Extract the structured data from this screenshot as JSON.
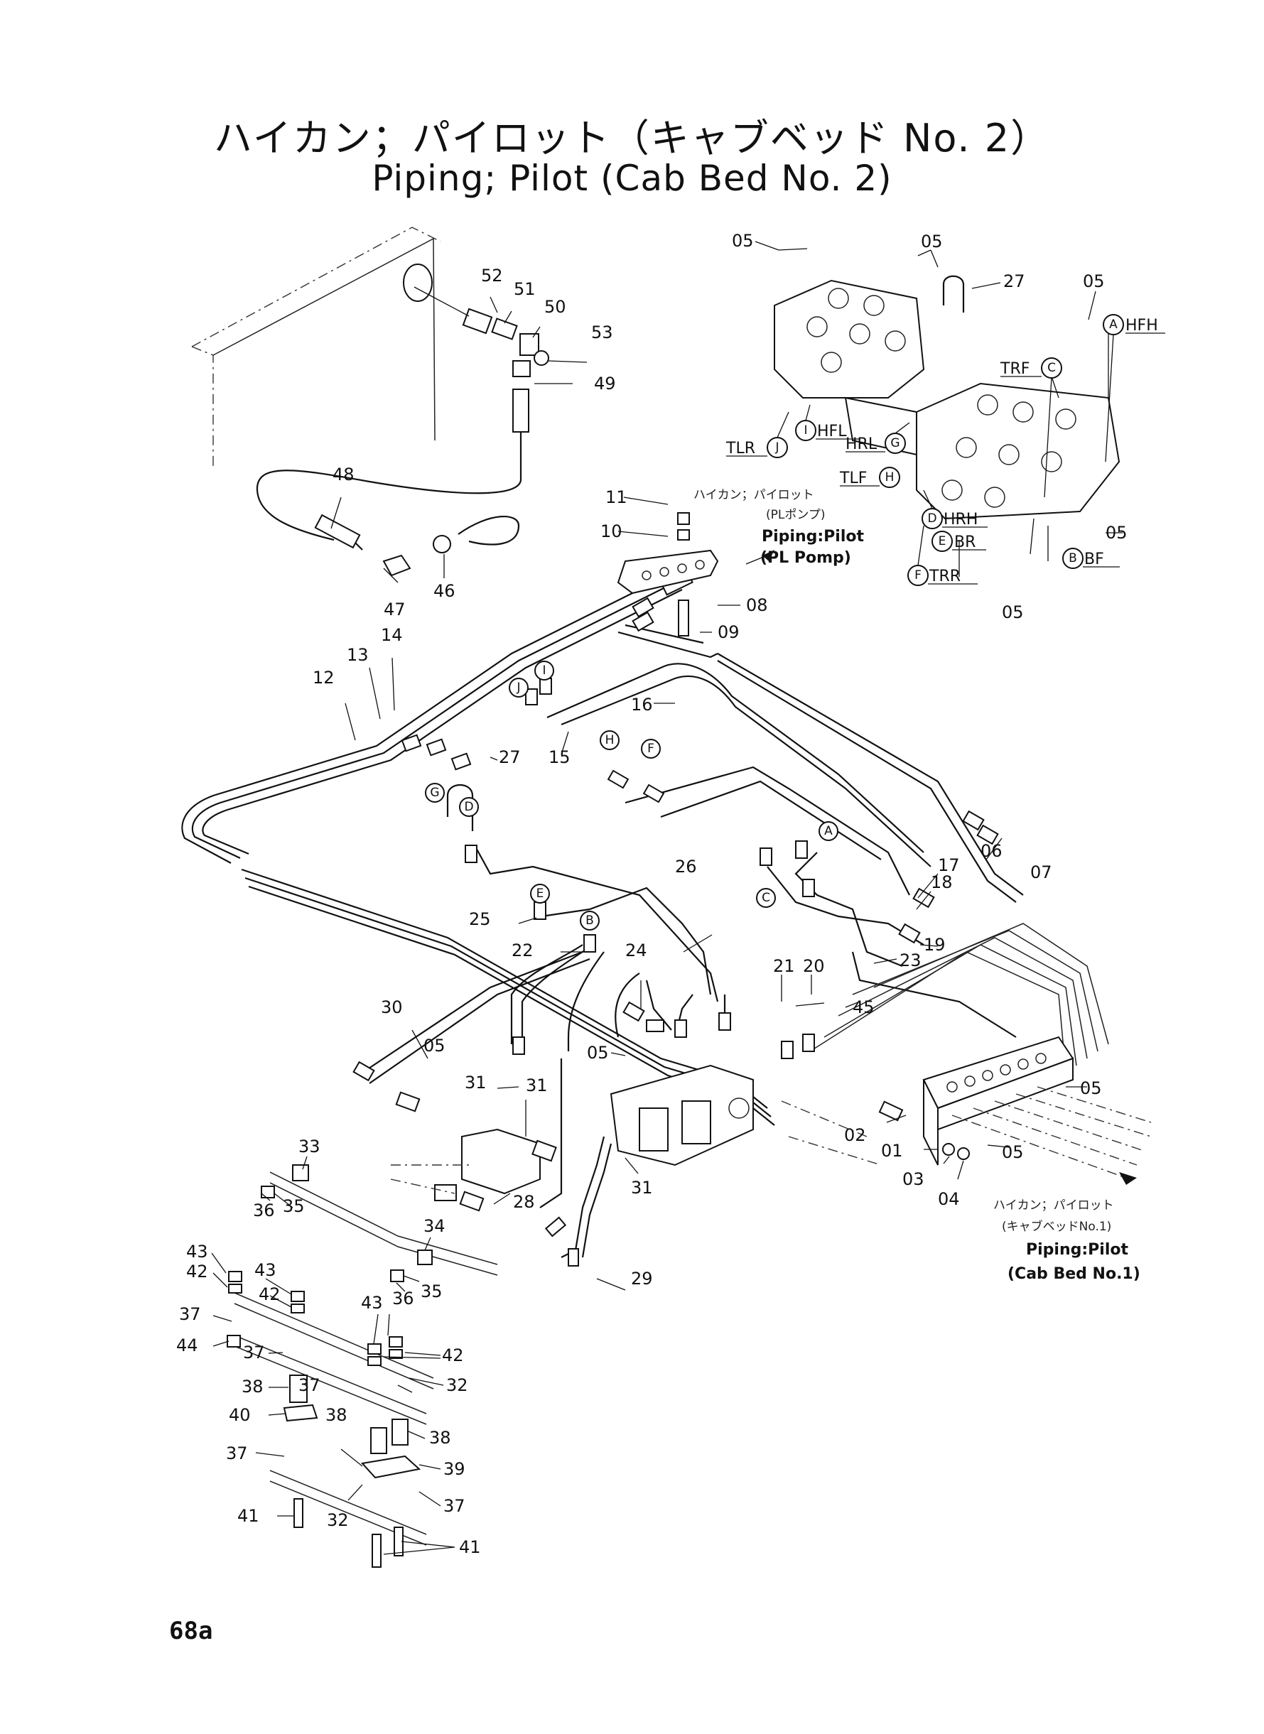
{
  "title": {
    "japanese": "ハイカン；パイロット（キャブベッド No. 2）",
    "english": "Piping; Pilot  (Cab Bed No. 2)"
  },
  "page_number": "68a",
  "notes": {
    "pl_pump": {
      "jp_1": "ハイカン；パイロット",
      "jp_2": "(PLポンプ)",
      "en_1": "Piping:Pilot",
      "en_2": "(PL Pomp)"
    },
    "cab_bed_1": {
      "jp_1": "ハイカン；パイロット",
      "jp_2": "(キャブベッドNo.1)",
      "en_1": "Piping:Pilot",
      "en_2": "(Cab Bed No.1)"
    }
  },
  "ports": [
    {
      "letter": "A",
      "name": "HFH"
    },
    {
      "letter": "B",
      "name": "BF"
    },
    {
      "letter": "C",
      "name": "TRF"
    },
    {
      "letter": "D",
      "name": "HRH"
    },
    {
      "letter": "E",
      "name": "BR"
    },
    {
      "letter": "F",
      "name": "TRR"
    },
    {
      "letter": "G",
      "name": "HRL"
    },
    {
      "letter": "H",
      "name": "TLF"
    },
    {
      "letter": "I",
      "name": "HFL"
    },
    {
      "letter": "J",
      "name": "TLR"
    }
  ],
  "port_markers": [
    "A",
    "B",
    "C",
    "D",
    "E",
    "F",
    "G",
    "H",
    "I",
    "J"
  ],
  "part_labels": {
    "p01": "01",
    "p02": "02",
    "p03": "03",
    "p04": "04",
    "p05": "05",
    "p06": "06",
    "p07": "07",
    "p08": "08",
    "p09": "09",
    "p10": "10",
    "p11": "11",
    "p12": "12",
    "p13": "13",
    "p14": "14",
    "p15": "15",
    "p16": "16",
    "p17": "17",
    "p18": "18",
    "p19": "19",
    "p20": "20",
    "p21": "21",
    "p22": "22",
    "p23": "23",
    "p24": "24",
    "p25": "25",
    "p26": "26",
    "p27": "27",
    "p28": "28",
    "p29": "29",
    "p30": "30",
    "p31": "31",
    "p32": "32",
    "p33": "33",
    "p34": "34",
    "p35": "35",
    "p36": "36",
    "p37": "37",
    "p38": "38",
    "p39": "39",
    "p40": "40",
    "p41": "41",
    "p42": "42",
    "p43": "43",
    "p44": "44",
    "p45": "45",
    "p46": "46",
    "p47": "47",
    "p48": "48",
    "p49": "49",
    "p50": "50",
    "p51": "51",
    "p52": "52",
    "p53": "53"
  }
}
